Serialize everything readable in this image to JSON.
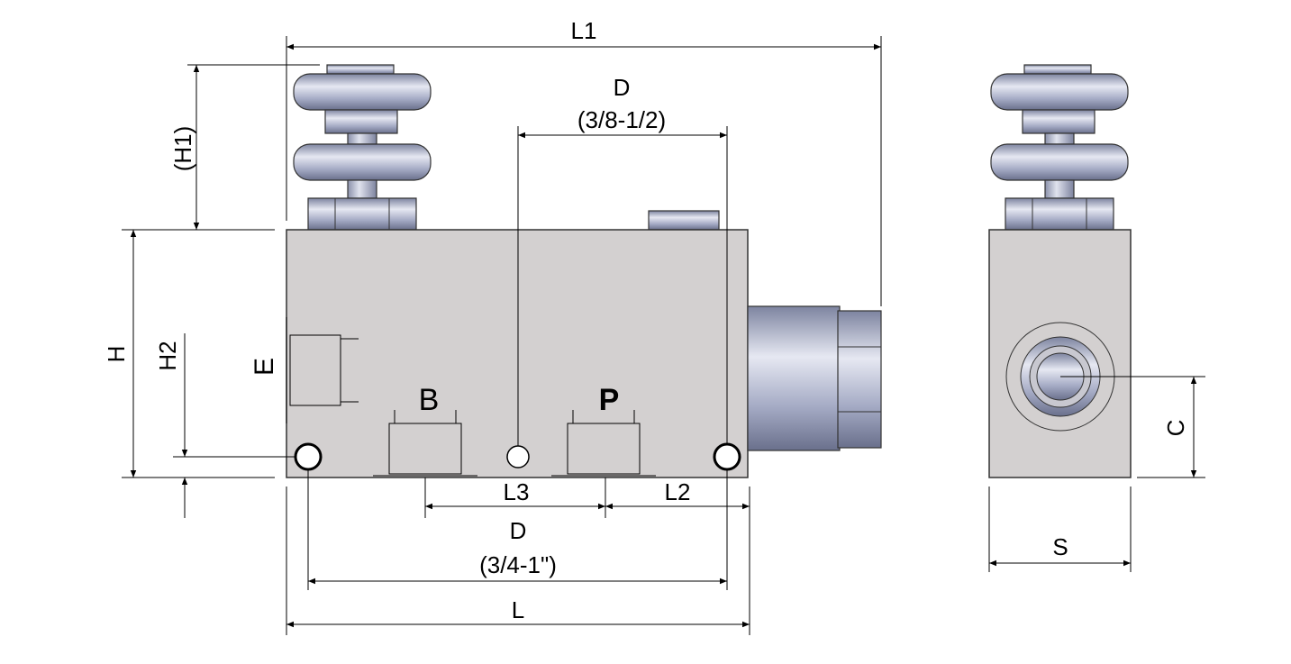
{
  "diagram": {
    "labels": {
      "L1": "L1",
      "D_top": "D",
      "D_top_size": "(3/8-1/2)",
      "H1": "(H1)",
      "H": "H",
      "H2": "H2",
      "E": "E",
      "B": "B",
      "P": "P",
      "L3": "L3",
      "L2": "L2",
      "D_bottom": "D",
      "D_bottom_size": "(3/4-1\")",
      "L": "L",
      "C": "C",
      "S": "S"
    },
    "colors": {
      "body": "#d3d0d0",
      "metal": "#aab0c8",
      "line": "#000000"
    }
  }
}
